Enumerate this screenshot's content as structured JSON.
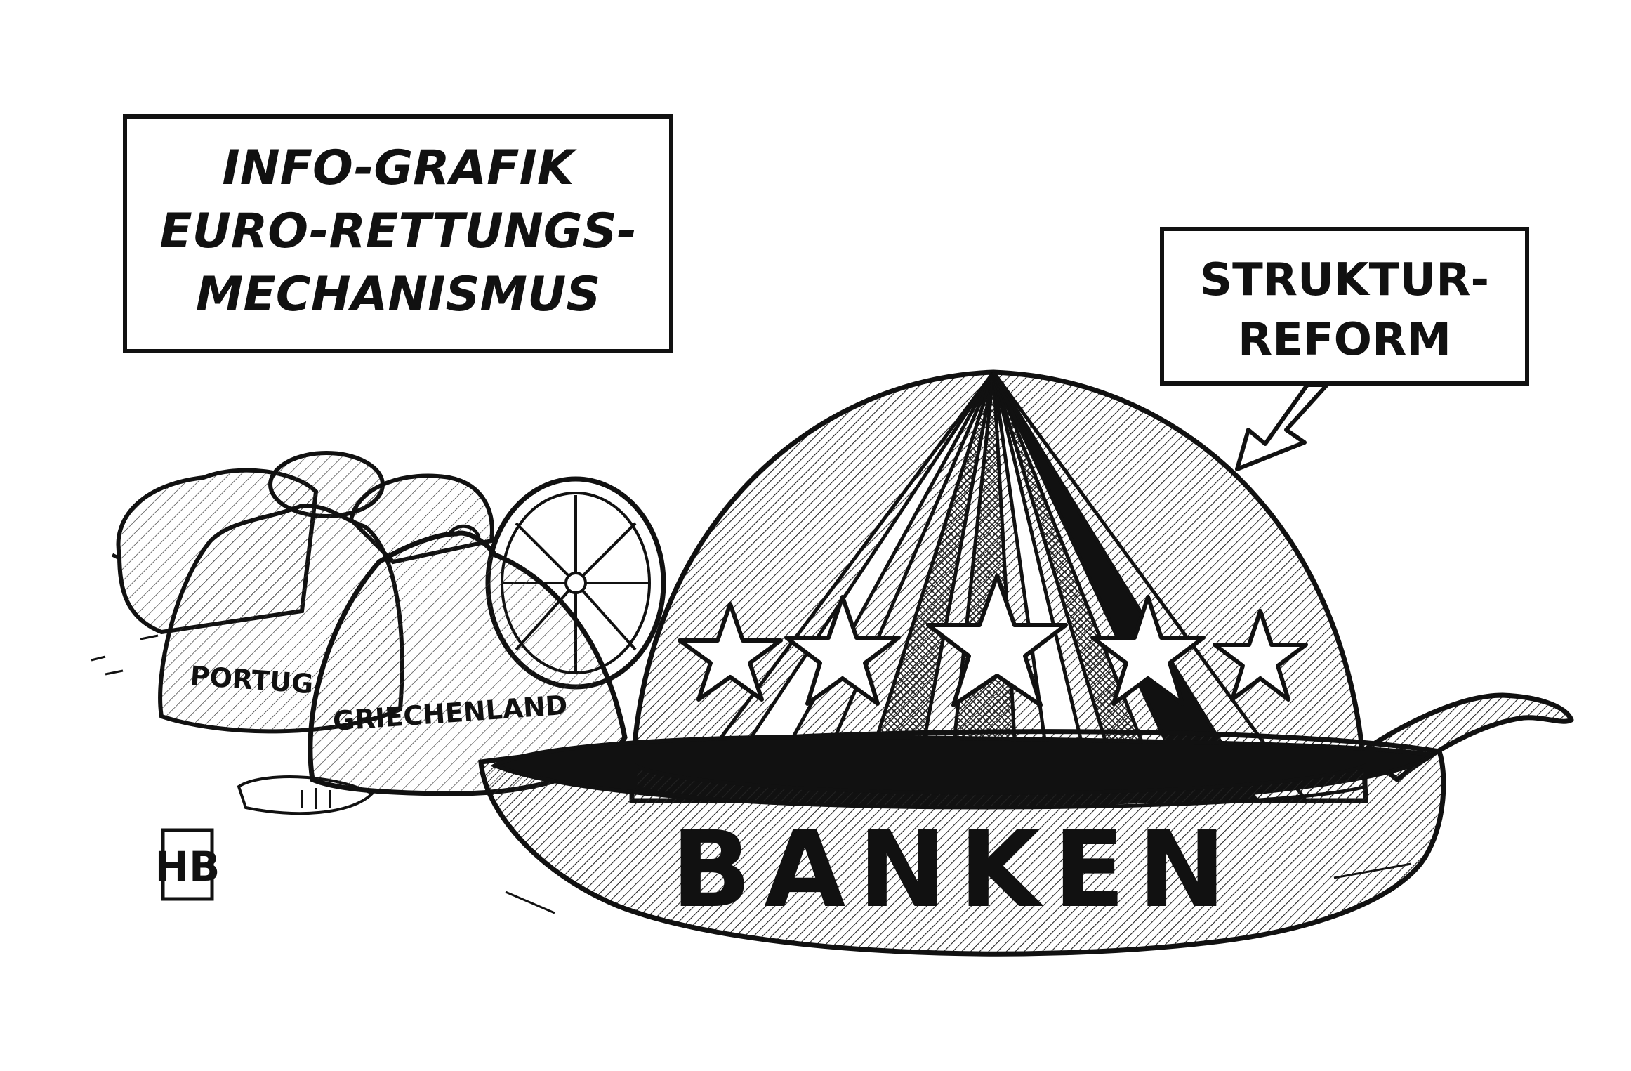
{
  "title_box": {
    "line1": "INFO-GRAFIK",
    "line2": "EURO-RETTUNGS-",
    "line3": "MECHANISMUS"
  },
  "callout_box": {
    "line1": "STRUKTUR-",
    "line2": "REFORM"
  },
  "lemons": {
    "portugal_label": "PORTUG",
    "greece_label": "GRIECHENLAND"
  },
  "juicer": {
    "bowl_label": "BANKEN",
    "star_count": 5
  },
  "signature": {
    "monogram": "HB"
  },
  "colors": {
    "ink": "#111111",
    "paper": "#ffffff",
    "hatch": "#555555"
  }
}
